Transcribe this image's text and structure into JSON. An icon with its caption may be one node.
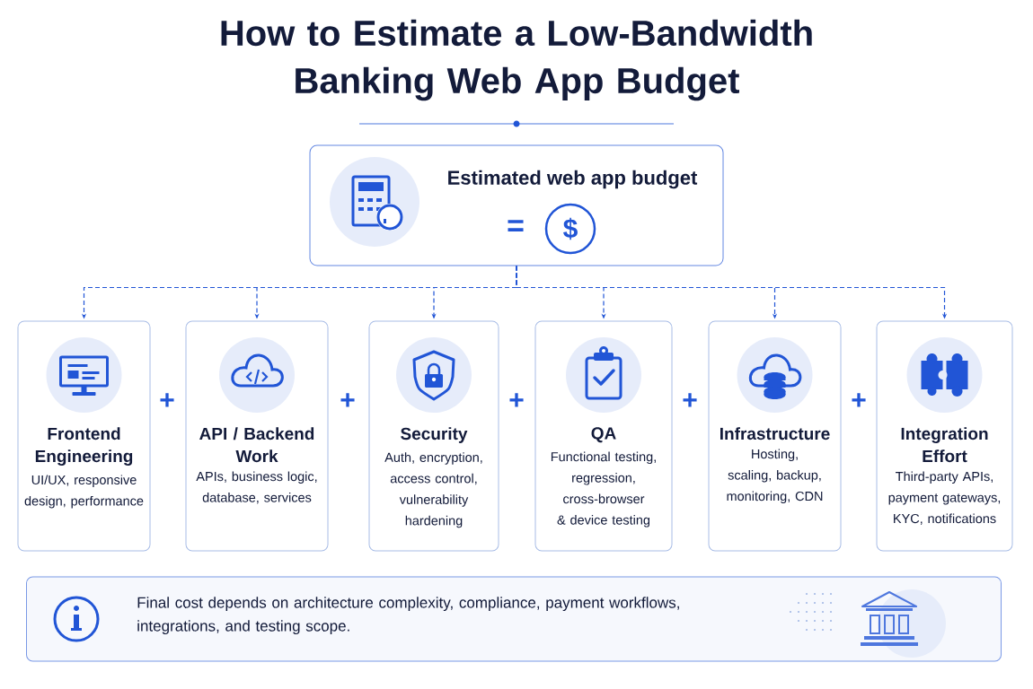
{
  "diagram": {
    "title": "How to Estimate a Low-Bandwidth Banking Web App Budget",
    "nodes": [
      {
        "text": [
          "Estimated web app budget"
        ]
      },
      {
        "text": [
          "Frontend Engineering",
          "UI/UX, responsive design, performance"
        ]
      },
      {
        "text": [
          "API / Backend Work",
          "APIs, business logic, database, services"
        ]
      },
      {
        "text": [
          "Security",
          "Auth, encryption, access control, vulnerability hardening"
        ]
      },
      {
        "text": [
          "QA",
          "Functional testing, regression, cross-browser & device testing"
        ]
      },
      {
        "text": [
          "Infrastructure",
          "Hosting, scaling, backup, monitoring, CDN"
        ]
      },
      {
        "text": [
          "Integration Effort",
          "Third-party APIs, payment gateways, KYC, notifications"
        ]
      },
      {
        "text": [
          "Final cost depends on architecture complexity, compliance, payment workflows, integrations, and testing scope."
        ]
      }
    ],
    "edges": [
      {
        "from": 0,
        "to": 1,
        "arrow": "to",
        "style": "dashed"
      },
      {
        "from": 0,
        "to": 2,
        "arrow": "to",
        "style": "dashed"
      },
      {
        "from": 0,
        "to": 3,
        "arrow": "to",
        "style": "dashed"
      },
      {
        "from": 0,
        "to": 4,
        "arrow": "to",
        "style": "dashed"
      },
      {
        "from": 0,
        "to": 5,
        "arrow": "to",
        "style": "dashed"
      },
      {
        "from": 0,
        "to": 6,
        "arrow": "to",
        "style": "dashed"
      }
    ],
    "labels": [
      "=",
      "$",
      "+",
      "+",
      "+",
      "+",
      "+"
    ]
  }
}
